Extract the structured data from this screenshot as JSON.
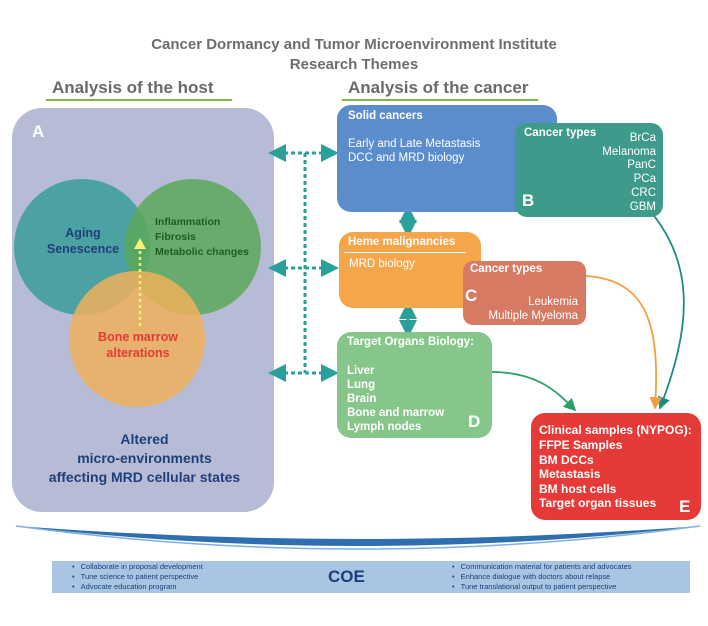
{
  "title": {
    "line1": "Cancer Dormancy and Tumor Microenvironment Institute",
    "line2": "Research Themes"
  },
  "host": {
    "heading": "Analysis of the host",
    "letter": "A",
    "aging": [
      "Aging",
      "Senescence"
    ],
    "inflammation": [
      "Inflammation",
      "Fibrosis",
      "Metabolic changes"
    ],
    "bone": [
      "Bone marrow",
      "alterations"
    ],
    "altered": [
      "Altered",
      "micro-environments",
      "affecting MRD cellular states"
    ]
  },
  "cancer": {
    "heading": "Analysis of the cancer",
    "solid": {
      "title": "Solid cancers",
      "lines": [
        "Early and Late Metastasis",
        "DCC and MRD biology"
      ]
    },
    "types_b": {
      "title": "Cancer types",
      "items": [
        "BrCa",
        "Melanoma",
        "PanC",
        "PCa",
        "CRC",
        "GBM"
      ],
      "letter": "B"
    },
    "heme": {
      "title": "Heme malignancies",
      "lines": [
        "MRD biology"
      ]
    },
    "types_c": {
      "title": "Cancer types",
      "items": [
        "Leukemia",
        "Multiple Myeloma"
      ],
      "letter": "C"
    },
    "target": {
      "title": "Target Organs Biology:",
      "items": [
        "Liver",
        "Lung",
        "Brain",
        "Bone and marrow",
        "Lymph nodes"
      ],
      "letter": "D"
    },
    "clinical": {
      "title": "Clinical samples (NYPOG):",
      "items": [
        "FFPE Samples",
        "BM DCCs",
        "Metastasis",
        "BM host cells",
        "Target organ tissues"
      ],
      "letter": "E"
    }
  },
  "coe": {
    "label": "COE",
    "left": [
      "Collaborate in proposal development",
      "Tune science to patient perspective",
      "Advocate education program"
    ],
    "right": [
      "Communication material for patients and advocates",
      "Enhance dialogue with doctors about relapse",
      "Tune translational output to patient perspective"
    ]
  },
  "colors": {
    "host_panel": "#b6bcd6",
    "aging": "#3a9e9a",
    "inflammation": "#5aa85a",
    "bone": "#f0b05a",
    "solid": "#5b8ccc",
    "types_b": "#3e9a8a",
    "heme": "#f5a64a",
    "types_c": "#d77a63",
    "target": "#86c68a",
    "clinical": "#e53a37",
    "coe_bar": "#a8c6e4",
    "accent_line": "#7ab648"
  }
}
